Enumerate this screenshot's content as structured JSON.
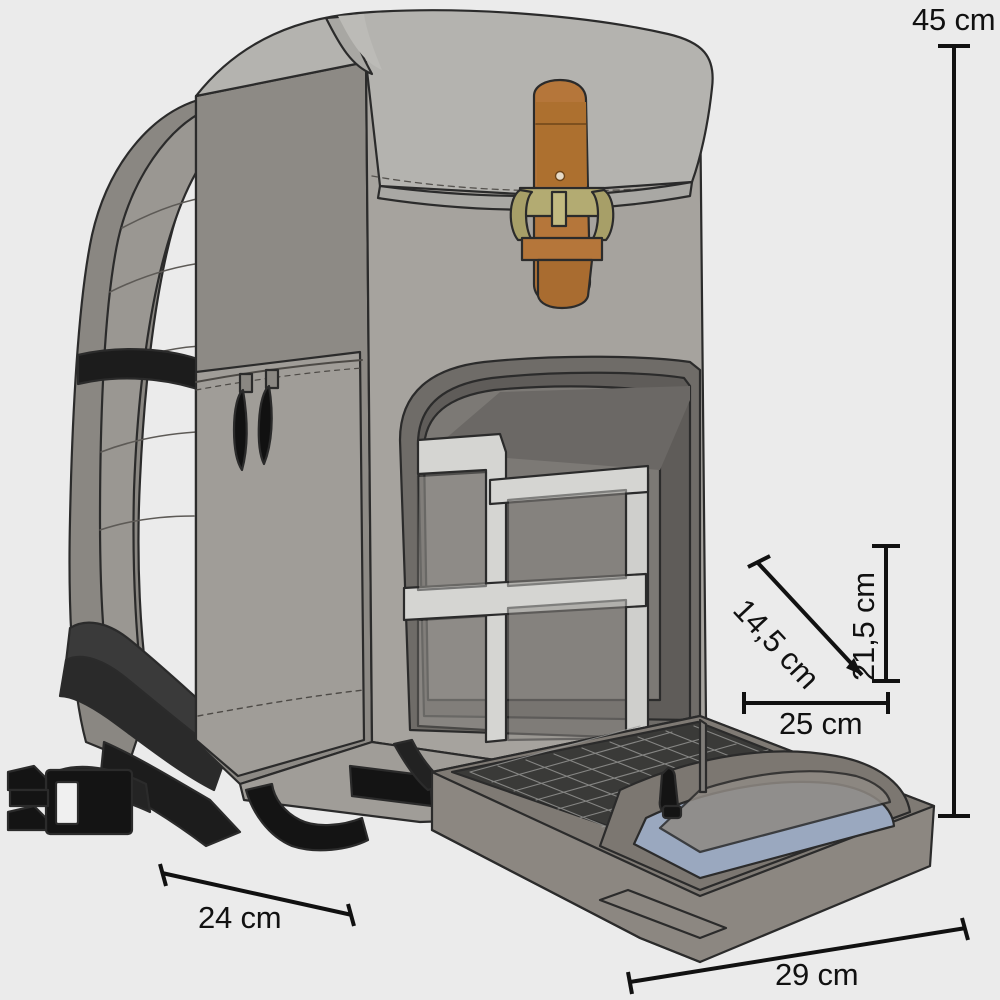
{
  "illustration": {
    "title": "Backpack technical dimension illustration",
    "background_color": "#ebebeb",
    "subject": "rucksack-backpack-with-open-front-lid"
  },
  "dimensions": {
    "height": {
      "name": "height-dimension",
      "value": "45 cm",
      "number": 45,
      "unit": "cm",
      "orientation": "vertical",
      "position": "right-edge"
    },
    "depth_front": {
      "name": "depth-dimension",
      "value": "24 cm",
      "number": 24,
      "unit": "cm",
      "orientation": "diagonal",
      "position": "bottom-left"
    },
    "width_bottom": {
      "name": "width-dimension",
      "value": "29 cm",
      "number": 29,
      "unit": "cm",
      "orientation": "diagonal",
      "position": "bottom-right"
    },
    "inner_width": {
      "name": "inner-width-dimension",
      "value": "25 cm",
      "number": 25,
      "unit": "cm",
      "orientation": "horizontal",
      "position": "middle-right"
    },
    "inner_height": {
      "name": "inner-height-dimension",
      "value": "21,5 cm",
      "number": 21.5,
      "unit": "cm",
      "orientation": "vertical",
      "position": "middle-right"
    },
    "inner_depth": {
      "name": "inner-depth-dimension",
      "value": "14,5 cm",
      "number": 14.5,
      "unit": "cm",
      "orientation": "diagonal",
      "position": "middle-right"
    }
  },
  "colors": {
    "background": "#ebebeb",
    "line": "#111111",
    "body_main": "#8d8a85",
    "body_light": "#b4b3af",
    "body_front": "#a09d98",
    "body_dark": "#6f6c68",
    "interior_dark": "#5f5c59",
    "divider_light": "#d5d5d2",
    "strap_gray": "#9a9792",
    "webbing_black": "#1c1c1c",
    "leather_brown": "#b5763a",
    "buckle_brass": "#b3ab72",
    "mesh_dark": "#3a3a38",
    "panel_blue": "#9aa8bf",
    "outline": "#2b2b2b"
  },
  "parts": {
    "top_flap": "top-flap",
    "leather_strap": "leather-buckle-strap",
    "buckle": "brass-buckle",
    "shoulder_strap": "padded-shoulder-strap",
    "sternum_buckle": "side-release-buckle",
    "front_zip_pocket": "front-zipper-pocket",
    "zipper_pulls": "zipper-pull-tabs",
    "main_compartment": "open-main-compartment",
    "dividers": "padded-camera-dividers",
    "open_lid": "open-front-lid",
    "mesh_pocket": "mesh-pocket",
    "blue_panel": "blue-lining-panel",
    "lid_zipper_pull": "lid-zipper-pull",
    "bottom_webbing": "bottom-webbing-straps"
  }
}
